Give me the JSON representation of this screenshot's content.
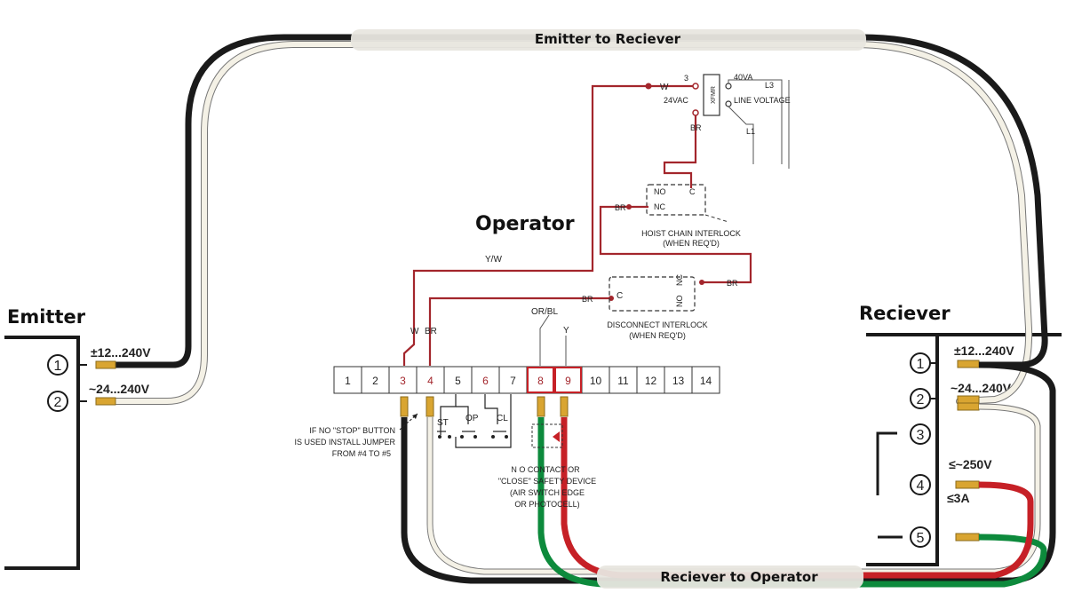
{
  "headings": {
    "operator": "Operator",
    "emitter": "Emitter",
    "reciever": "Reciever"
  },
  "cables": {
    "top": "Emitter to Reciever",
    "bottom": "Reciever to Operator"
  },
  "emitter": {
    "terminals": [
      "1",
      "2"
    ],
    "voltage_1": "±12...240V",
    "voltage_2": "~24...240V"
  },
  "reciever": {
    "terminals": [
      "1",
      "2",
      "3",
      "4",
      "5"
    ],
    "voltage_1": "±12...240V",
    "voltage_2": "~24...240V",
    "relay_voltage": "≤~250V",
    "relay_current": "≤3A"
  },
  "terminal_strip": {
    "terminals": [
      "1",
      "2",
      "3",
      "4",
      "5",
      "6",
      "7",
      "8",
      "9",
      "10",
      "11",
      "12",
      "13",
      "14"
    ],
    "highlighted": [
      "3",
      "4",
      "6",
      "8",
      "9"
    ]
  },
  "transformer": {
    "label": "XFMR",
    "w": "W",
    "n3": "3",
    "vac": "24VAC",
    "va": "40VA",
    "l3": "L3",
    "line": "LINE VOLTAGE",
    "l1": "L1",
    "br": "BR"
  },
  "hoist": {
    "no": "NO",
    "c": "C",
    "nc": "NC",
    "br": "BR",
    "caption1": "HOIST CHAIN INTERLOCK",
    "caption2": "(WHEN REQ'D)"
  },
  "disconnect": {
    "c": "C",
    "nc": "NC",
    "no": "NO",
    "br_left": "BR",
    "br_right": "BR",
    "caption1": "DISCONNECT INTERLOCK",
    "caption2": "(WHEN REQ'D)"
  },
  "wire_labels": {
    "yw": "Y/W",
    "w": "W",
    "br": "BR",
    "orbl": "OR/BL",
    "y": "Y"
  },
  "switches": {
    "st": "ST",
    "op": "OP",
    "cl": "CL"
  },
  "jumper_note": [
    "IF NO \"STOP\" BUTTON",
    "IS USED INSTALL JUMPER",
    "FROM #4 TO #5"
  ],
  "safety_note": [
    "N O  CONTACT OR",
    "\"CLOSE\" SAFETY DEVICE",
    "(AIR SWITCH EDGE",
    "OR PHOTOCELL)"
  ],
  "colors": {
    "black_wire": "#1a1a1a",
    "white_wire": "#f4f1e6",
    "red_wire": "#c62026",
    "green_wire": "#0d8a3c",
    "schematic_red": "#a3262c",
    "brass": "#d9a531"
  }
}
